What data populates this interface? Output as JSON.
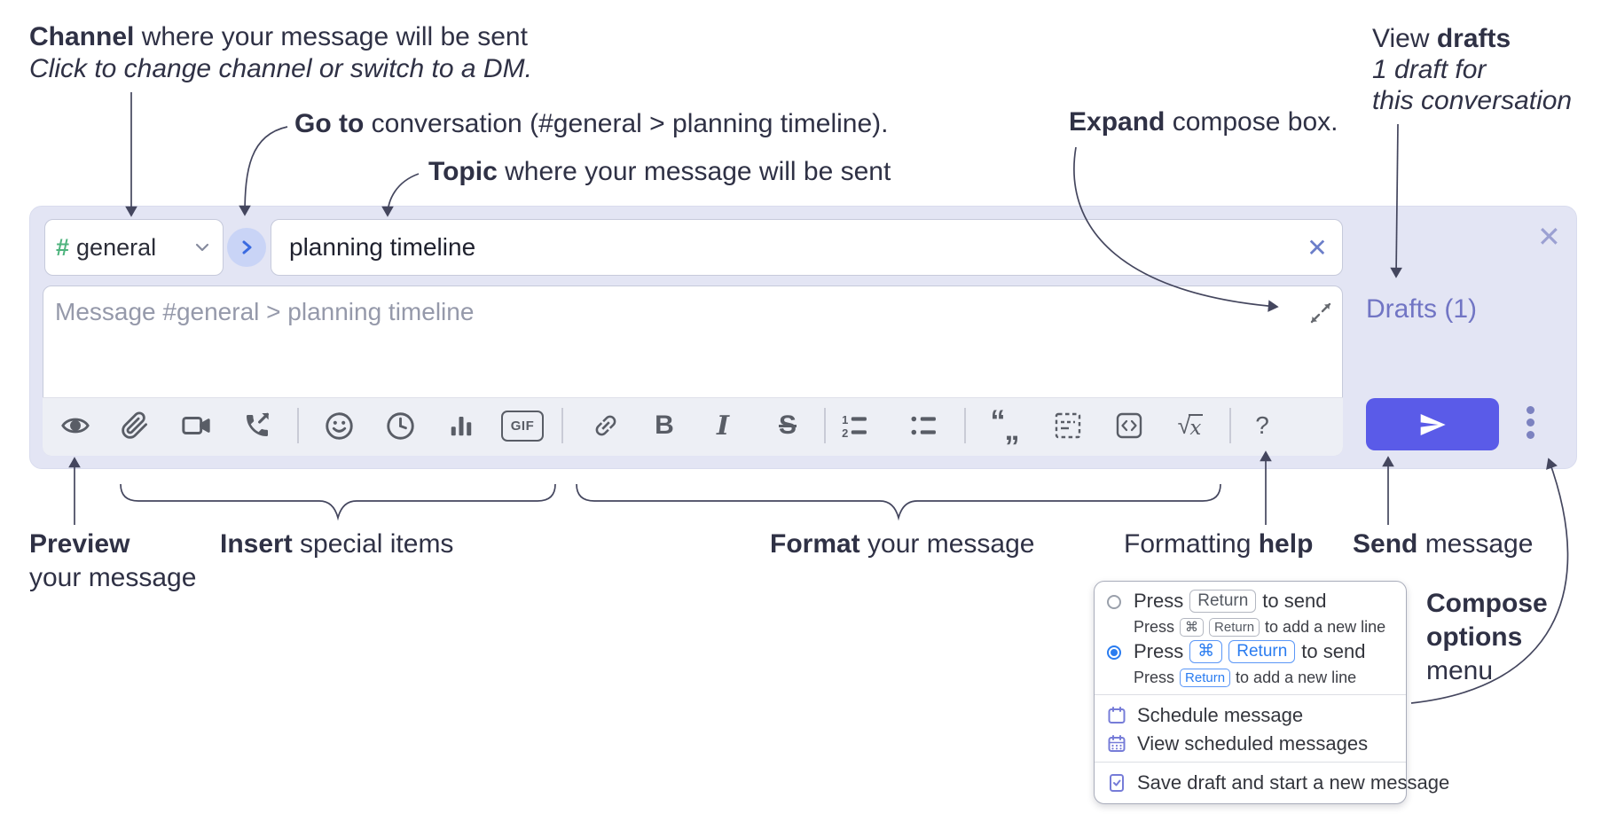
{
  "annotations": {
    "channel": {
      "bold": "Channel",
      "rest": " where your message will be sent",
      "sub": "Click to change channel or switch to a DM."
    },
    "goto": {
      "bold": "Go to",
      "rest": " conversation (#general > planning timeline)."
    },
    "topic": {
      "bold": "Topic",
      "rest": " where your message will be sent"
    },
    "view_drafts": {
      "pre": "View ",
      "bold": "drafts",
      "line2": "1 draft for",
      "line3": "this conversation"
    },
    "expand": {
      "bold": "Expand",
      "rest": " compose box."
    },
    "preview": {
      "bold": "Preview",
      "line2": "your message"
    },
    "insert": {
      "bold": "Insert",
      "rest": " special items"
    },
    "format": {
      "bold": "Format",
      "rest": " your message"
    },
    "formatting_help": {
      "pre": "Formatting ",
      "bold": "help"
    },
    "send": {
      "bold": "Send",
      "rest": " message"
    },
    "compose_options": {
      "line1": "Compose",
      "line2": "options",
      "line3": "menu"
    }
  },
  "compose": {
    "channel_selector": {
      "hash": "#",
      "label": "general"
    },
    "topic_input": {
      "value": "planning timeline"
    },
    "clear_x": "✕",
    "close_x": "✕",
    "message_input": {
      "placeholder": "Message #general > planning timeline"
    },
    "drafts_link": "Drafts (1)",
    "toolbar": {
      "gif": "GIF",
      "bold": "B",
      "italic": "I",
      "strike": "S",
      "quote_open": "“",
      "quote_close": "„",
      "sqrt_radical": "√",
      "sqrt_x": "x",
      "help": "?",
      "ol_1": "1",
      "ol_2": "2"
    }
  },
  "popup": {
    "row1": {
      "press": "Press",
      "key1": "Return",
      "suffix": "to send"
    },
    "row1_sub": {
      "press": "Press",
      "key1": "⌘",
      "key2": "Return",
      "suffix": "to add a new line"
    },
    "row2": {
      "press": "Press",
      "key1": "⌘",
      "key2": "Return",
      "suffix": "to send"
    },
    "row2_sub": {
      "press": "Press",
      "key1": "Return",
      "suffix": "to add a new line"
    },
    "schedule": "Schedule message",
    "view_scheduled": "View scheduled messages",
    "save_draft": "Save draft and start a new message"
  },
  "icons": {
    "preview": "eye-icon",
    "attach": "paperclip-icon",
    "video": "video-camera-icon",
    "call": "phone-call-icon",
    "emoji": "smiley-icon",
    "time": "clock-icon",
    "poll": "bar-chart-icon",
    "gif": "gif-icon",
    "link": "link-icon",
    "numbered_list": "numbered-list-icon",
    "bulleted_list": "bulleted-list-icon",
    "quote": "quote-icon",
    "spoiler": "spoiler-icon",
    "code": "code-icon",
    "math": "sqrt-icon",
    "help": "question-icon",
    "send": "paper-plane-icon",
    "more": "vertical-dots-icon",
    "expand": "diagonal-arrows-icon",
    "schedule": "calendar-icon",
    "view_scheduled": "calendar-grid-icon",
    "save_draft": "document-check-icon"
  },
  "colors": {
    "compose_bg": "#e3e5f4",
    "send_button": "#5a5be8",
    "drafts_link": "#7175c4",
    "hash_green": "#4fb47e",
    "goto_circle": "#c9d4f6",
    "goto_chevron": "#3a6ae0",
    "key_blue": "#2a7cf0",
    "popup_icon": "#767cd8",
    "toolbar_icon": "#595d66",
    "annotation_text": "#2f3145",
    "placeholder": "#9599aa"
  }
}
